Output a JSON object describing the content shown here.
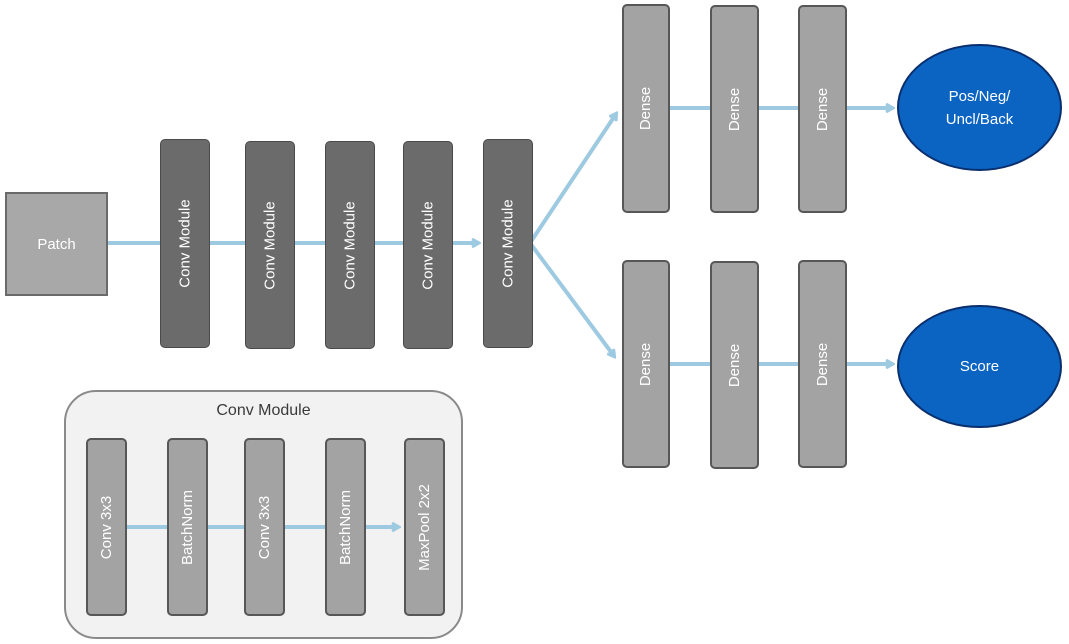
{
  "main": {
    "patch_label": "Patch",
    "conv_modules": [
      "Conv Module",
      "Conv Module",
      "Conv Module",
      "Conv Module",
      "Conv Module"
    ],
    "top_branch": {
      "dense_labels": [
        "Dense",
        "Dense",
        "Dense"
      ],
      "output_label": "Pos/Neg/\nUncl/Back"
    },
    "bottom_branch": {
      "dense_labels": [
        "Dense",
        "Dense",
        "Dense"
      ],
      "output_label": "Score"
    }
  },
  "legend": {
    "title": "Conv Module",
    "layers": [
      "Conv 3x3",
      "BatchNorm",
      "Conv 3x3",
      "BatchNorm",
      "MaxPool 2x2"
    ]
  },
  "colors": {
    "arrow": "#9ecae1",
    "conv_fill": "#6b6b6b",
    "dense_fill": "#a3a3a3",
    "output_fill": "#0b64c2"
  }
}
